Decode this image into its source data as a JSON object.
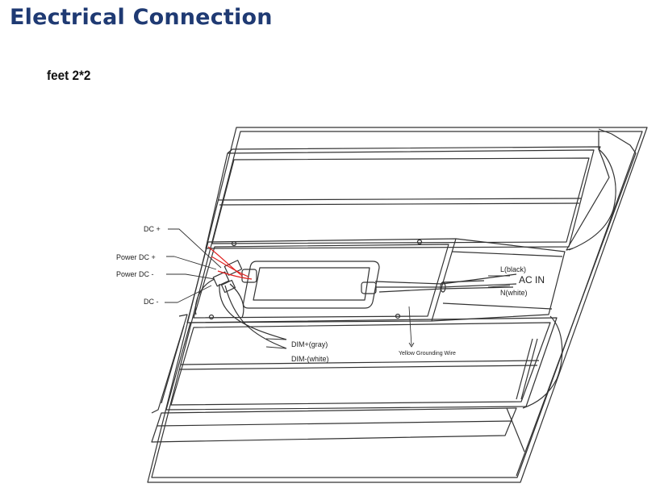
{
  "page": {
    "title": "Electrical Connection",
    "subtitle": "feet 2*2"
  },
  "diagram": {
    "labels": {
      "dc_plus": "DC +",
      "power_dc_plus": "Power DC +",
      "power_dc_minus": "Power DC -",
      "dc_minus": "DC -",
      "dim_plus": "DIM+(gray)",
      "dim_minus": "DIM-(white)",
      "yellow_ground": "Yellow Grounding Wire",
      "l_black": "L(black)",
      "ac_in": "AC IN",
      "n_white": "N(white)"
    },
    "colors": {
      "title": "#1f3a73",
      "red_wire": "#e0201e",
      "line": "#333333"
    }
  }
}
